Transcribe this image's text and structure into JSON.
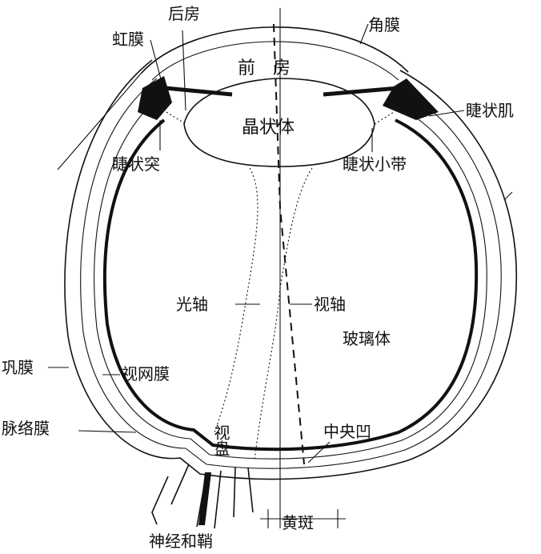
{
  "labels": {
    "houfang": "后房",
    "jiaomo": "角膜",
    "hongmo": "虹膜",
    "qianfang": "前房",
    "jingzhuangti": "晶状体",
    "jiezhuangji": "睫状肌",
    "jiezhuangtu": "睫状突",
    "jiezhuangxiaodai": "睫状小带",
    "guangzhou": "光轴",
    "shizhou": "视轴",
    "boliti": "玻璃体",
    "gongmo": "巩膜",
    "shiwangmo": "视网膜",
    "mailuomo": "脉络膜",
    "shipan": "视盘",
    "zhongyangao": "中央凹",
    "huangban": "黄斑",
    "shenjingheqiao": "神经和鞘"
  }
}
